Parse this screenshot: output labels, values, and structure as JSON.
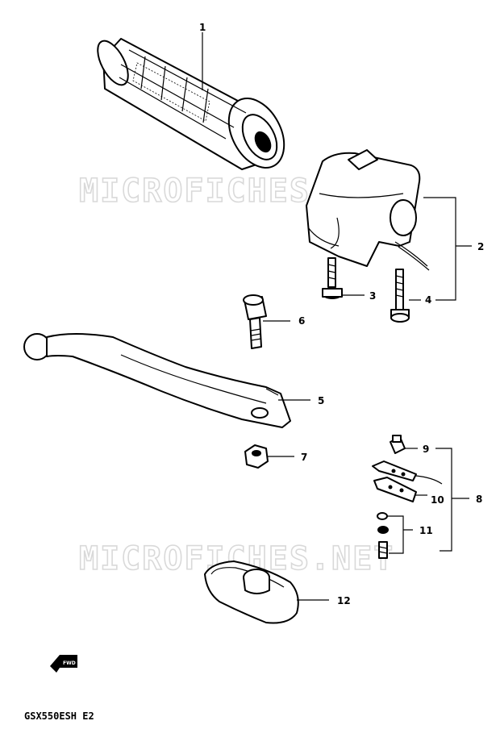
{
  "watermark": "MICROFICHES.NET",
  "model_label": "GSX550ESH  E2",
  "direction_badge": "FWD",
  "callouts": {
    "c1": "1",
    "c2": "2",
    "c3": "3",
    "c4": "4",
    "c5": "5",
    "c6": "6",
    "c7": "7",
    "c8": "8",
    "c9": "9",
    "c10": "10",
    "c11": "11",
    "c12": "12"
  },
  "parts": [
    {
      "ref": "1",
      "item": "grip"
    },
    {
      "ref": "2",
      "item": "switch-housing"
    },
    {
      "ref": "3",
      "item": "screw"
    },
    {
      "ref": "4",
      "item": "screw"
    },
    {
      "ref": "5",
      "item": "lever"
    },
    {
      "ref": "6",
      "item": "pivot-bolt"
    },
    {
      "ref": "7",
      "item": "nut"
    },
    {
      "ref": "8",
      "item": "switch-assembly"
    },
    {
      "ref": "9",
      "item": "terminal"
    },
    {
      "ref": "10",
      "item": "switch-plate"
    },
    {
      "ref": "11",
      "item": "washer-screw"
    },
    {
      "ref": "12",
      "item": "cover"
    }
  ]
}
